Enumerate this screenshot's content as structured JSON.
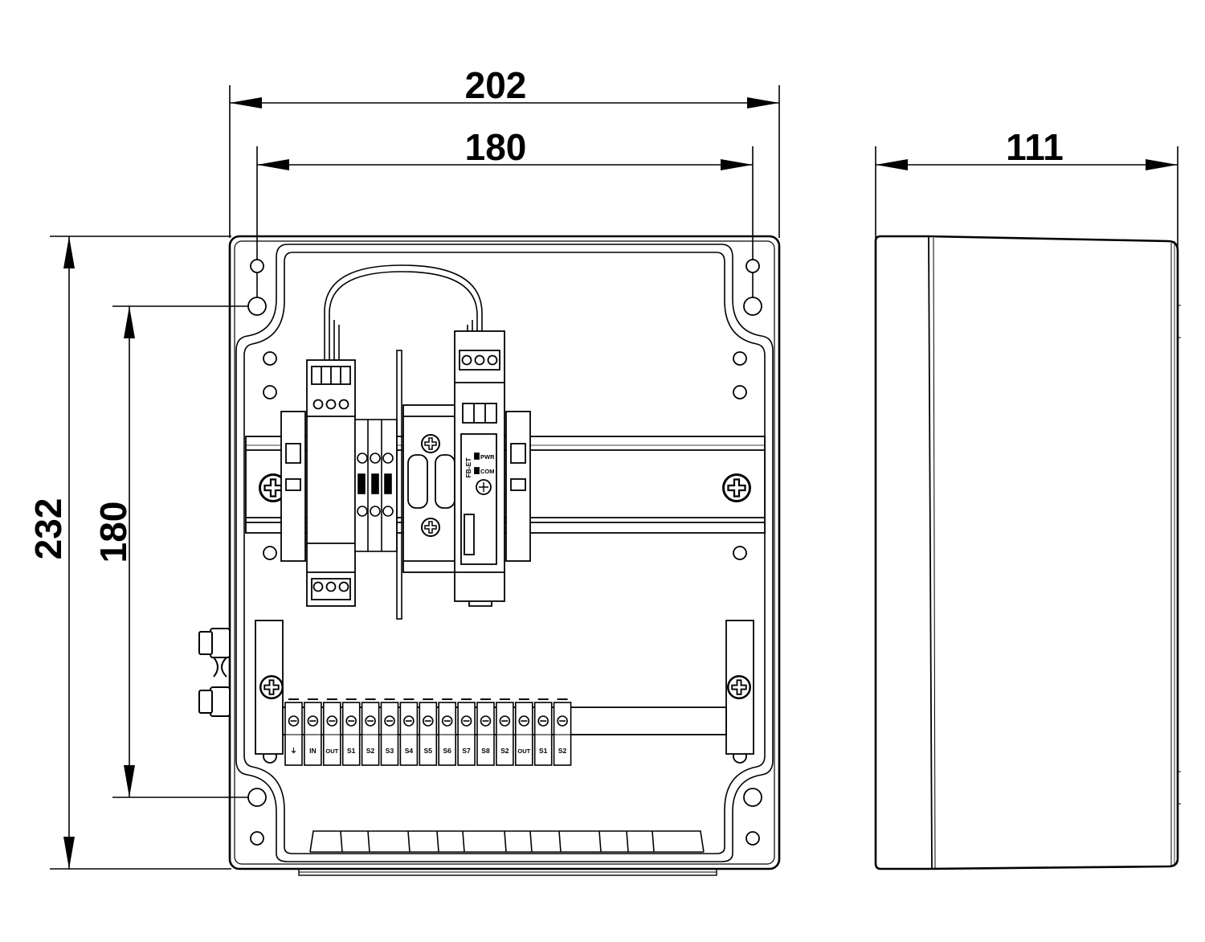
{
  "dimensions": {
    "overall_width": "202",
    "mounting_width": "180",
    "depth": "111",
    "overall_height": "232",
    "mounting_height": "180"
  },
  "device": {
    "model": "FB-ET",
    "leds": [
      "PWR",
      "COM"
    ]
  },
  "terminal_labels": [
    "⏚",
    "IN",
    "OUT",
    "S1",
    "S2",
    "S3",
    "S4",
    "S5",
    "S6",
    "S7",
    "S8",
    "S2",
    "OUT",
    "S1",
    "S2"
  ]
}
